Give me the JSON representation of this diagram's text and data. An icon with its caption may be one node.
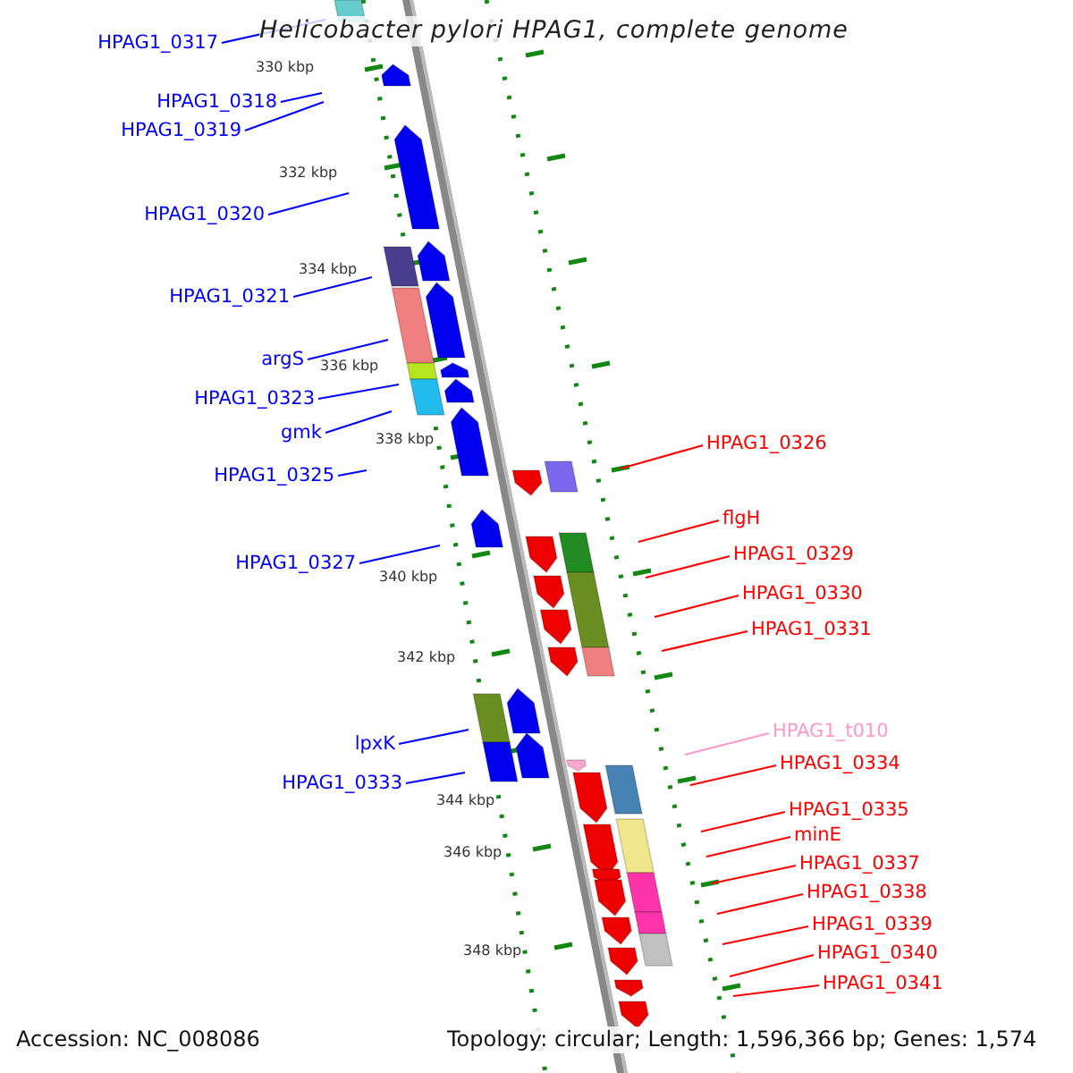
{
  "diagram": {
    "title": "Helicobacter pylori HPAG1, complete genome",
    "nodes": [
      {
        "text": [
          "HPAG1_0317"
        ]
      },
      {
        "text": [
          "HPAG1_0318"
        ]
      },
      {
        "text": [
          "HPAG1_0319"
        ]
      },
      {
        "text": [
          "HPAG1_0320"
        ]
      },
      {
        "text": [
          "HPAG1_0321"
        ]
      },
      {
        "text": [
          "argS"
        ]
      },
      {
        "text": [
          "HPAG1_0323"
        ]
      },
      {
        "text": [
          "gmk"
        ]
      },
      {
        "text": [
          "HPAG1_0326"
        ]
      },
      {
        "text": [
          "HPAG1_0325"
        ]
      },
      {
        "text": [
          "flgH"
        ]
      },
      {
        "text": [
          "HPAG1_0329"
        ]
      },
      {
        "text": [
          "HPAG1_0327"
        ]
      },
      {
        "text": [
          "HPAG1_0330"
        ]
      },
      {
        "text": [
          "HPAG1_0331"
        ]
      },
      {
        "text": [
          "HPAG1_t010"
        ]
      },
      {
        "text": [
          "lpxK"
        ]
      },
      {
        "text": [
          "HPAG1_0334"
        ]
      },
      {
        "text": [
          "HPAG1_0333"
        ]
      },
      {
        "text": [
          "HPAG1_0335"
        ]
      },
      {
        "text": [
          "minE"
        ]
      },
      {
        "text": [
          "HPAG1_0337"
        ]
      },
      {
        "text": [
          "HPAG1_0338"
        ]
      },
      {
        "text": [
          "HPAG1_0339"
        ]
      },
      {
        "text": [
          "HPAG1_0340"
        ]
      },
      {
        "text": [
          "HPAG1_0341"
        ]
      }
    ],
    "edges": [
      {
        "from": 0,
        "to": null,
        "arrow": "none",
        "color": "#0000ff"
      },
      {
        "from": 1,
        "to": null,
        "arrow": "none",
        "color": "#0000ff"
      },
      {
        "from": 2,
        "to": null,
        "arrow": "none",
        "color": "#0000ff"
      },
      {
        "from": 3,
        "to": null,
        "arrow": "none",
        "color": "#0000ff"
      },
      {
        "from": 4,
        "to": null,
        "arrow": "none",
        "color": "#0000ff"
      },
      {
        "from": 5,
        "to": null,
        "arrow": "none",
        "color": "#0000ff"
      },
      {
        "from": 6,
        "to": null,
        "arrow": "none",
        "color": "#0000ff"
      },
      {
        "from": 7,
        "to": null,
        "arrow": "none",
        "color": "#0000ff"
      },
      {
        "from": 8,
        "to": null,
        "arrow": "none",
        "color": "#ff0000"
      },
      {
        "from": 9,
        "to": null,
        "arrow": "none",
        "color": "#0000ff"
      },
      {
        "from": 10,
        "to": null,
        "arrow": "none",
        "color": "#ff0000"
      },
      {
        "from": 11,
        "to": null,
        "arrow": "none",
        "color": "#ff0000"
      },
      {
        "from": 12,
        "to": null,
        "arrow": "none",
        "color": "#0000ff"
      },
      {
        "from": 13,
        "to": null,
        "arrow": "none",
        "color": "#ff0000"
      },
      {
        "from": 14,
        "to": null,
        "arrow": "none",
        "color": "#ff0000"
      },
      {
        "from": 15,
        "to": null,
        "arrow": "none",
        "color": "#ff99cc"
      },
      {
        "from": 16,
        "to": null,
        "arrow": "none",
        "color": "#0000ff"
      },
      {
        "from": 17,
        "to": null,
        "arrow": "none",
        "color": "#ff0000"
      },
      {
        "from": 18,
        "to": null,
        "arrow": "none",
        "color": "#0000ff"
      },
      {
        "from": 19,
        "to": null,
        "arrow": "none",
        "color": "#ff0000"
      },
      {
        "from": 20,
        "to": null,
        "arrow": "none",
        "color": "#ff0000"
      },
      {
        "from": 21,
        "to": null,
        "arrow": "none",
        "color": "#ff0000"
      },
      {
        "from": 22,
        "to": null,
        "arrow": "none",
        "color": "#ff0000"
      },
      {
        "from": 23,
        "to": null,
        "arrow": "none",
        "color": "#ff0000"
      },
      {
        "from": 24,
        "to": null,
        "arrow": "none",
        "color": "#ff0000"
      },
      {
        "from": 25,
        "to": null,
        "arrow": "none",
        "color": "#ff0000"
      }
    ],
    "labels": [
      "330 kbp",
      "332 kbp",
      "334 kbp",
      "336 kbp",
      "338 kbp",
      "340 kbp",
      "342 kbp",
      "344 kbp",
      "346 kbp",
      "348 kbp",
      "Accession: NC_008086",
      "Topology: circular; Length: 1,596,366 bp; Genes: 1,574"
    ]
  }
}
